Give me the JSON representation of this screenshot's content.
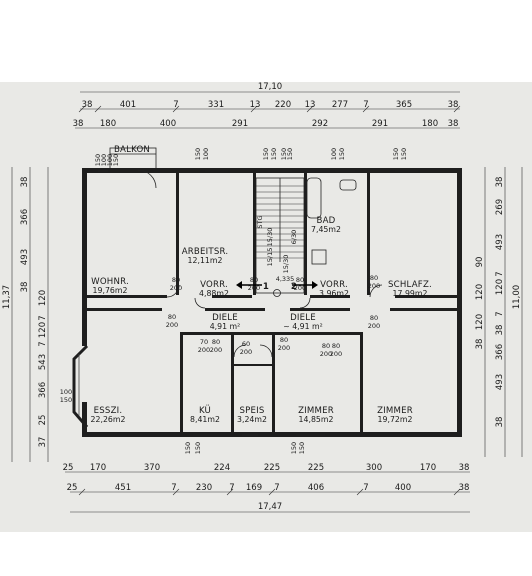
{
  "dimensions": {
    "top_total": "17,10",
    "top_row1": [
      "38",
      "401",
      "7",
      "331",
      "13",
      "220",
      "13",
      "277",
      "7",
      "365",
      "38"
    ],
    "top_row2": [
      "38",
      "180",
      "400",
      "291",
      "292",
      "291",
      "180",
      "38"
    ],
    "bottom_row1": [
      "25",
      "170",
      "370",
      "224",
      "225",
      "225",
      "300",
      "170",
      "38"
    ],
    "bottom_row2": [
      "25",
      "451",
      "7",
      "230",
      "7",
      "169",
      "7",
      "406",
      "7",
      "400",
      "38"
    ],
    "bottom_total": "17,47",
    "left_total": "11,37",
    "left_row_a": [
      "38",
      "366",
      "493",
      "38"
    ],
    "left_row_b": [
      "120",
      "7",
      "120",
      "7",
      "543",
      "366",
      "25",
      "37"
    ],
    "right_total": "11,00",
    "right_row_a": [
      "38",
      "269",
      "493",
      "7",
      "120",
      "7",
      "38",
      "366",
      "493",
      "38"
    ],
    "right_row_b": [
      "90",
      "120",
      "120",
      "38"
    ],
    "window_labels": [
      "150",
      "100",
      "100",
      "150",
      "150",
      "100",
      "150",
      "150",
      "150",
      "150",
      "100",
      "150",
      "150",
      "150",
      "150",
      "150",
      "150",
      "150"
    ],
    "door_labels": [
      "80",
      "200",
      "80",
      "200",
      "80",
      "200",
      "80",
      "200",
      "80",
      "200",
      "80",
      "200",
      "70",
      "200",
      "80",
      "200",
      "60",
      "200",
      "80",
      "200",
      "80",
      "200",
      "80",
      "200"
    ],
    "bay_label_a": "100",
    "bay_label_b": "150"
  },
  "rooms": [
    {
      "name": "BALKON",
      "area": ""
    },
    {
      "name": "WOHNR.",
      "area": "19,76m2"
    },
    {
      "name": "ARBEITSR.",
      "area": "12,11m2"
    },
    {
      "name": "VORR.",
      "area": "4,88m2"
    },
    {
      "name": "BAD",
      "area": "7,45m2"
    },
    {
      "name": "VORR.",
      "area": "3,96m2"
    },
    {
      "name": "SCHLAFZ.",
      "area": "17,99m2"
    },
    {
      "name": "DIELE",
      "area": "4,91 m²"
    },
    {
      "name": "DIELE",
      "area": "~ 4,91 m²"
    },
    {
      "name": "ESSZI.",
      "area": "22,26m2"
    },
    {
      "name": "KÜ",
      "area": "8,41m2"
    },
    {
      "name": "SPEIS",
      "area": "3,24m2"
    },
    {
      "name": "ZIMMER",
      "area": "14,85m2"
    },
    {
      "name": "ZIMMER",
      "area": "19,72m2"
    }
  ],
  "markers": {
    "apartment_1": "1",
    "apartment_2": "2",
    "stair_dim": "4,335",
    "stair_labels": [
      "STG",
      "15/30",
      "15/15",
      "6/30",
      "15/30"
    ]
  }
}
